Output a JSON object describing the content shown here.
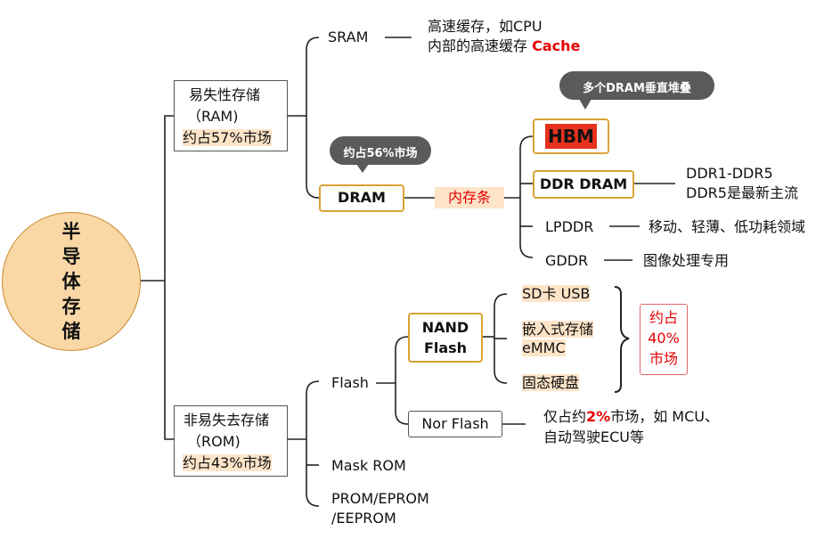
{
  "root": {
    "chars": [
      "半",
      "导",
      "体",
      "存",
      "储"
    ]
  },
  "ram": {
    "line1": "易失性存储",
    "line2": "（RAM)",
    "share": "约占57%市场"
  },
  "rom": {
    "line1": "非易失去存储",
    "line2": "（ROM)",
    "share": "约占43%市场"
  },
  "sram": {
    "label": "SRAM",
    "desc1": "高速缓存，如CPU",
    "desc2": "内部的高速缓存",
    "desc2_red": "Cache"
  },
  "dram": {
    "label": "DRAM",
    "bubble": "约占56%市场",
    "memory_stick": "内存条"
  },
  "hbm": {
    "label": "HBM",
    "bubble": "多个DRAM垂直堆叠"
  },
  "ddr": {
    "label": "DDR DRAM",
    "desc1": "DDR1-DDR5",
    "desc2": "DDR5是最新主流"
  },
  "lpddr": {
    "label": "LPDDR",
    "desc": "移动、轻薄、低功耗领域"
  },
  "gddr": {
    "label": "GDDR",
    "desc": "图像处理专用"
  },
  "flash": {
    "label": "Flash"
  },
  "nand": {
    "line1": "NAND",
    "line2": "Flash",
    "items": [
      "SD卡 USB",
      "嵌入式存储",
      "eMMC",
      "固态硬盘"
    ],
    "share_line1": "约占",
    "share_line2": "40%",
    "share_line3": "市场"
  },
  "nor": {
    "label": "Nor Flash",
    "desc1_a": "仅占约",
    "desc1_b": "2%",
    "desc1_c": "市场，如 MCU、",
    "desc2": "自动驾驶ECU等"
  },
  "mask_rom": {
    "label": "Mask ROM"
  },
  "prom": {
    "line1": "PROM/EPROM",
    "line2": "/EEPROM"
  },
  "colors": {
    "accent_border": "#d9a235",
    "highlight": "#fde4c8",
    "root_fill": "#fad8a6",
    "red": "#e60000",
    "hbm_fill": "#e8321e",
    "bubble": "#5a5a5a"
  }
}
